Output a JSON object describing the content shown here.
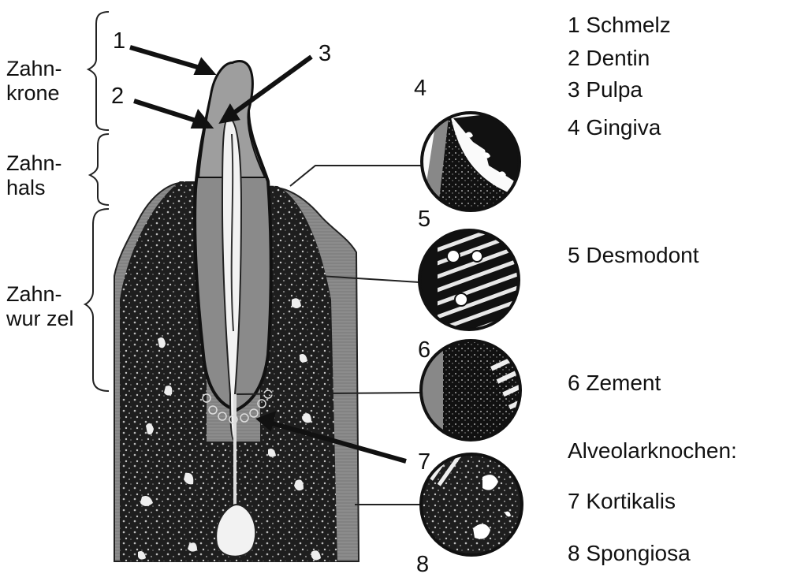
{
  "regions": {
    "krone": [
      "Zahn-",
      "krone"
    ],
    "hals": [
      "Zahn-",
      "hals"
    ],
    "wurzel": [
      "Zahn-",
      "wur zel"
    ]
  },
  "callouts": [
    "1",
    "2",
    "3",
    "4",
    "5",
    "6",
    "7",
    "8"
  ],
  "legend": {
    "items": [
      "1 Schmelz",
      "2 Dentin",
      "3 Pulpa",
      "4 Gingiva",
      "5 Desmodont",
      "6 Zement",
      "Alveolarknochen:",
      "7 Kortikalis",
      "8 Spongiosa"
    ]
  }
}
